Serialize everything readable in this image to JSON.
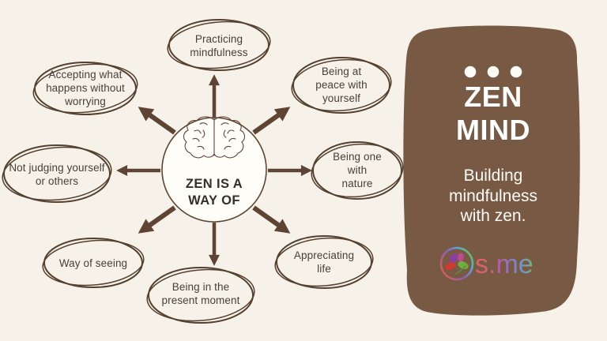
{
  "title": "Zen mind map infographic",
  "colors": {
    "background": "#f6f1e9",
    "ink": "#5e4533",
    "bubble_outline": "#54402f",
    "bubble_text": "#47403a",
    "center_text": "#352e27",
    "panel_brown": "#785a44",
    "panel_text": "#ffffff",
    "logo_gradient": [
      "#e8635a",
      "#b05fa0",
      "#6f8fd0",
      "#7ec15e"
    ]
  },
  "center": {
    "icon": "brain-icon",
    "lines": [
      "ZEN IS A",
      "WAY OF"
    ]
  },
  "bubbles": [
    {
      "name": "practicing-mindfulness",
      "label": "Practicing mindfulness",
      "lines": [
        "Practicing",
        "mindfulness"
      ]
    },
    {
      "name": "being-at-peace",
      "label": "Being at peace with yourself",
      "lines": [
        "Being at",
        "peace with",
        "yourself"
      ]
    },
    {
      "name": "being-one-with-nature",
      "label": "Being one with nature",
      "lines": [
        "Being one",
        "with",
        "nature"
      ]
    },
    {
      "name": "appreciating-life",
      "label": "Appreciating life",
      "lines": [
        "Appreciating",
        "life"
      ]
    },
    {
      "name": "being-in-present-moment",
      "label": "Being in the present moment",
      "lines": [
        "Being in the",
        "present moment"
      ]
    },
    {
      "name": "way-of-seeing",
      "label": "Way of seeing",
      "lines": [
        "Way of seeing"
      ]
    },
    {
      "name": "not-judging",
      "label": "Not judging yourself or others",
      "lines": [
        "Not judging yourself",
        "or others"
      ]
    },
    {
      "name": "accepting-what-happens",
      "label": "Accepting what happens without worrying",
      "lines": [
        "Accepting what",
        "happens without",
        "worrying"
      ]
    }
  ],
  "panel": {
    "dots_icon": "ellipsis-icon",
    "title_lines": [
      "ZEN",
      "MIND"
    ],
    "subtitle": "Building mindfulness with zen.",
    "subtitle_lines": [
      "Building",
      "mindfulness",
      "with zen."
    ],
    "logo_icon": "sme-flower-icon",
    "logo_text": "s.me"
  }
}
